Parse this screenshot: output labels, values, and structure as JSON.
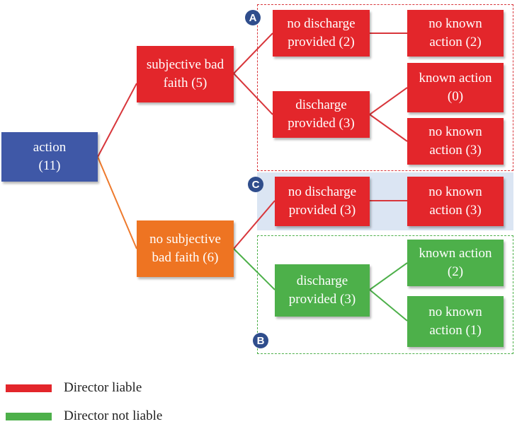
{
  "colors": {
    "root": "#3f58a7",
    "liable": "#e3262b",
    "mid_orange": "#ee7422",
    "not_liable": "#4db04a",
    "edge_red": "#d8363b",
    "edge_orange": "#ee7a2d",
    "edge_green": "#4db04a",
    "band_blue": "#dbe5f3"
  },
  "nodes": {
    "root": "action\n(11)",
    "sbf": "subjective bad\nfaith (5)",
    "nsbf": "no subjective\nbad faith (6)",
    "a_nodis": "no discharge\nprovided (2)",
    "a_dis": "discharge\nprovided (3)",
    "a_nodis_noknown": "no known\naction (2)",
    "a_dis_known": "known action\n(0)",
    "a_dis_noknown": "no known\naction (3)",
    "c_nodis": "no discharge\nprovided (3)",
    "c_noknown": "no known\naction (3)",
    "b_dis": "discharge\nprovided (3)",
    "b_known": "known action\n(2)",
    "b_noknown": "no known\naction (1)"
  },
  "badges": {
    "a": "A",
    "b": "B",
    "c": "C"
  },
  "legend": [
    {
      "label": "Director liable",
      "color": "#e3262b"
    },
    {
      "label": "Director not liable",
      "color": "#4db04a"
    }
  ]
}
